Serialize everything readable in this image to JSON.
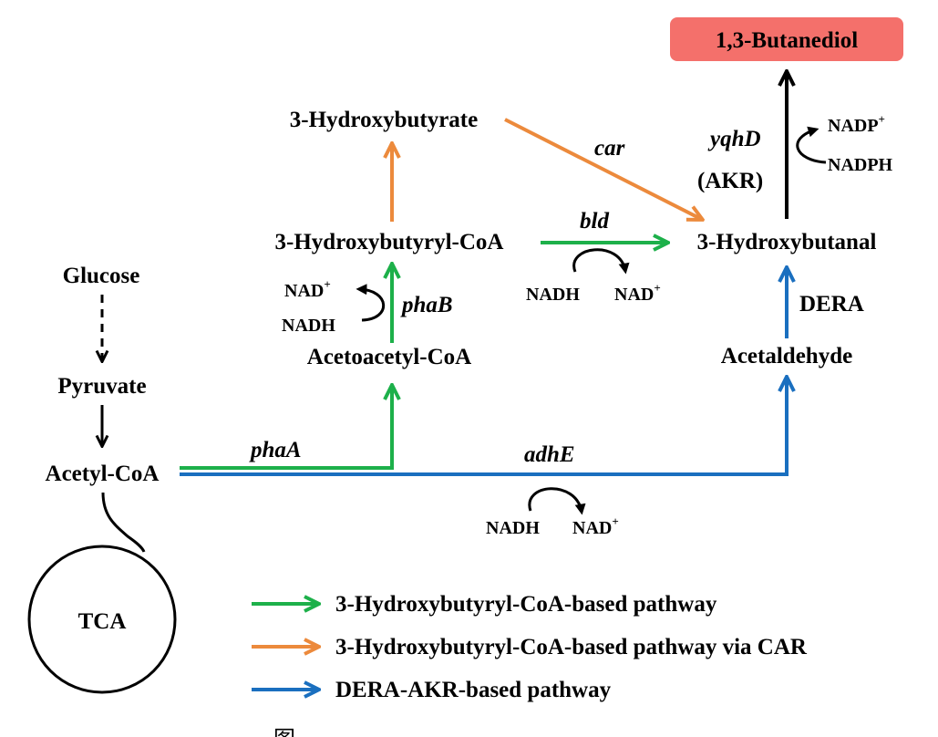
{
  "colors": {
    "green": "#1db04a",
    "orange": "#ec8a3c",
    "blue": "#1a6fbf",
    "black": "#000000",
    "product_box": "#f4706b"
  },
  "nodes": {
    "product": "1,3-Butanediol",
    "hydroxybutyrate": "3-Hydroxybutyrate",
    "hydroxybutyryl_coa": "3-Hydroxybutyryl-CoA",
    "hydroxybutanal": "3-Hydroxybutanal",
    "glucose": "Glucose",
    "pyruvate": "Pyruvate",
    "acetoacetyl_coa": "Acetoacetyl-CoA",
    "acetaldehyde": "Acetaldehyde",
    "acetyl_coa": "Acetyl-CoA",
    "tca": "TCA"
  },
  "enzymes": {
    "car": "car",
    "bld": "bld",
    "yqhd": "yqhD",
    "akr": "(AKR)",
    "phab": "phaB",
    "dera": "DERA",
    "phaa": "phaA",
    "adhe": "adhE"
  },
  "cofactors": {
    "nadp_plus": "NADP",
    "nadph": "NADPH",
    "bld_nadh": "NADH",
    "bld_nad_plus": "NAD",
    "phab_nad_plus": "NAD",
    "phab_nadh": "NADH",
    "adhe_nadh": "NADH",
    "adhe_nad_plus": "NAD",
    "plus_sign": "+"
  },
  "legend": [
    {
      "label": "3-Hydroxybutyryl-CoA-based pathway",
      "color": "#1db04a"
    },
    {
      "label": "3-Hydroxybutyryl-CoA-based pathway via CAR",
      "color": "#ec8a3c"
    },
    {
      "label": "DERA-AKR-based pathway",
      "color": "#1a6fbf"
    }
  ],
  "caption": "图"
}
